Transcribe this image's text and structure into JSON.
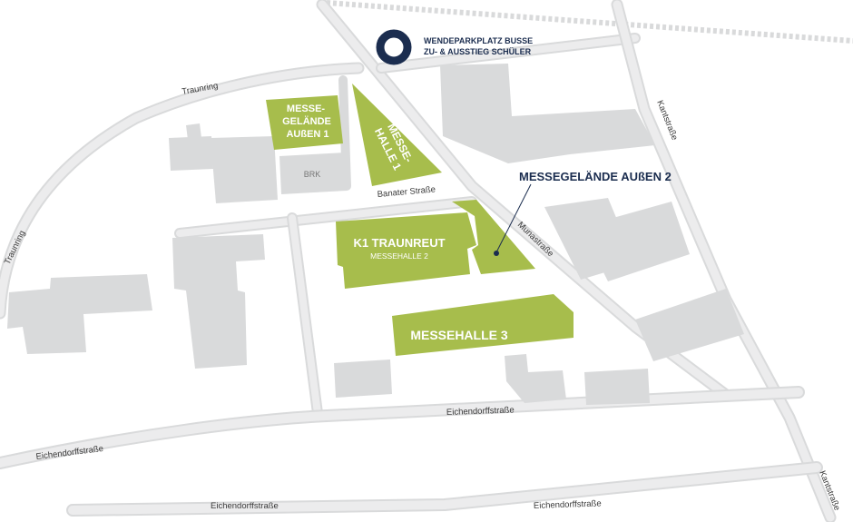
{
  "colors": {
    "venue": "#a7bd4c",
    "building": "#d9dadb",
    "road": "#d9dadb",
    "navy": "#1b2d4f",
    "label_dark": "#3a3a3a"
  },
  "bus_stop": {
    "icon": "bus-turnaround-ring-icon",
    "line1": "WENDEPARKPLATZ BUSSE",
    "line2": "ZU- & AUSSTIEG SCHÜLER"
  },
  "streets": {
    "traunring_top": "Traunring",
    "traunring_left": "Traunring",
    "banater": "Banater Straße",
    "muna": "Munastraße",
    "kant_top": "Kantstraße",
    "kant_bottom": "Kantstraße",
    "eichendorff_mid": "Eichendorffstraße",
    "eichendorff_left": "Eichendorffstraße",
    "eichendorff_bottom_left": "Eichendorffstraße",
    "eichendorff_bottom_right": "Eichendorffstraße"
  },
  "venues": {
    "aussen1": {
      "line1": "MESSE-",
      "line2": "GELÄNDE",
      "line3": "AUßEN 1"
    },
    "halle1": {
      "line1": "MESSE-",
      "line2": "HALLE 1"
    },
    "k1": {
      "title": "K1 TRAUNREUT",
      "subtitle": "MESSEHALLE 2"
    },
    "halle3": {
      "title": "MESSEHALLE 3"
    }
  },
  "brk_label": "BRK",
  "aussen2_callout": "MESSEGELÄNDE AUßEN 2"
}
